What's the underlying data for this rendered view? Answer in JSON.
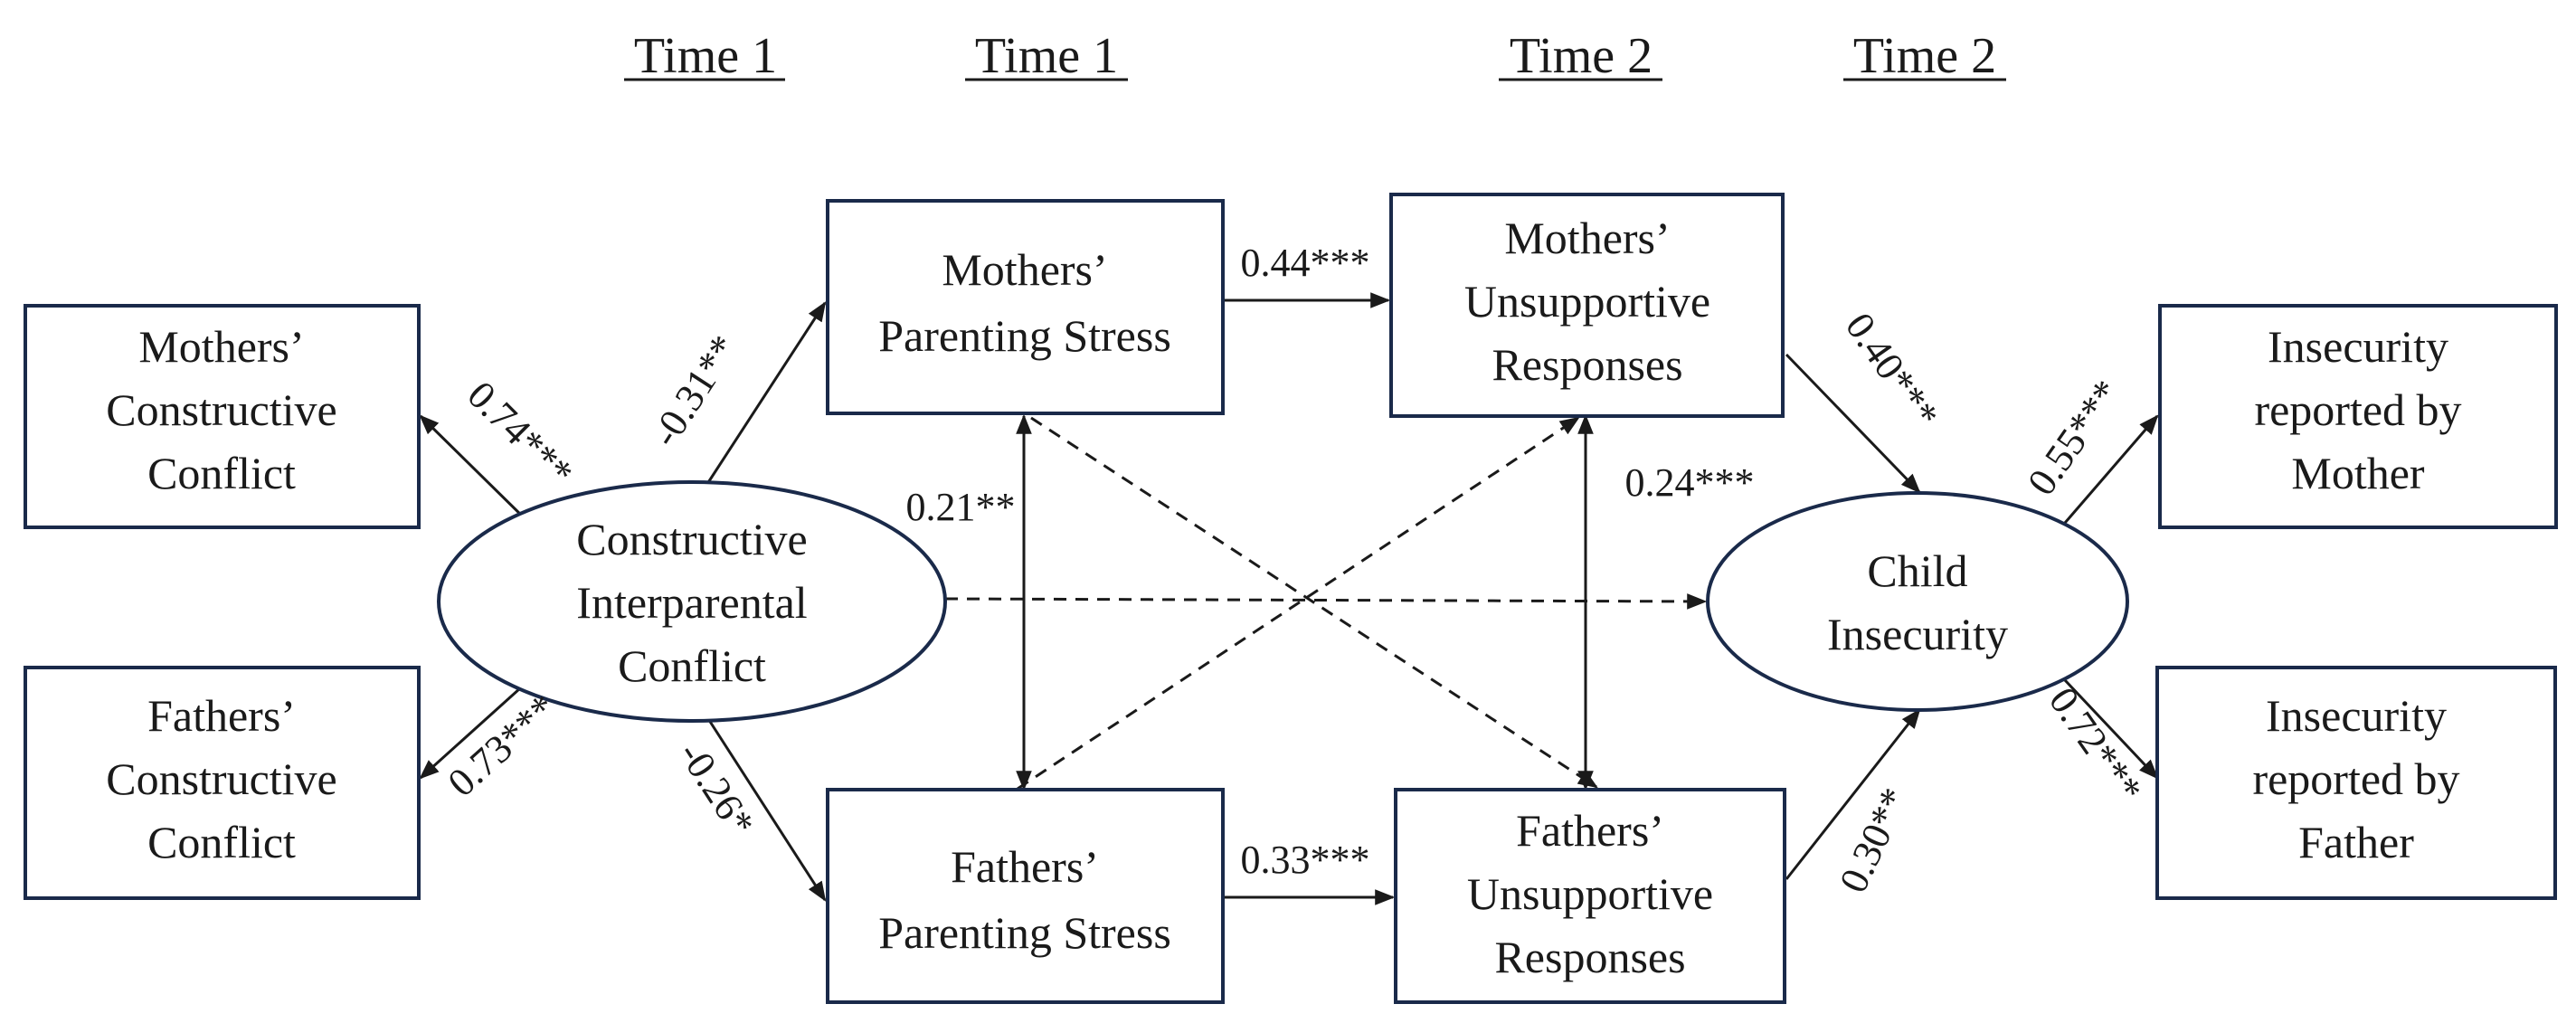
{
  "time_headers": [
    "Time 1",
    "Time 1",
    "Time 2",
    "Time 2"
  ],
  "nodes": {
    "mothers_constructive_conflict": [
      "Mothers’",
      "Constructive",
      "Conflict"
    ],
    "fathers_constructive_conflict": [
      "Fathers’",
      "Constructive",
      "Conflict"
    ],
    "constructive_interparental_conflict": [
      "Constructive",
      "Interparental",
      "Conflict"
    ],
    "mothers_parenting_stress": [
      "Mothers’",
      "Parenting Stress"
    ],
    "fathers_parenting_stress": [
      "Fathers’",
      "Parenting Stress"
    ],
    "mothers_unsupportive_responses": [
      "Mothers’",
      "Unsupportive",
      "Responses"
    ],
    "fathers_unsupportive_responses": [
      "Fathers’",
      "Unsupportive",
      "Responses"
    ],
    "child_insecurity": [
      "Child",
      "Insecurity"
    ],
    "insecurity_mother": [
      "Insecurity",
      "reported by",
      "Mother"
    ],
    "insecurity_father": [
      "Insecurity",
      "reported by",
      "Father"
    ]
  },
  "coefficients": {
    "cip_to_mcc": "0.74***",
    "cip_to_fcc": "0.73***",
    "cip_to_mps": "-0.31**",
    "cip_to_fps": "-0.26*",
    "mps_to_mur": "0.44***",
    "fps_to_fur": "0.33***",
    "mps_fps_cov": "0.21**",
    "mur_fur_cov": "0.24***",
    "mur_to_ci": "0.40***",
    "fur_to_ci": "0.30**",
    "ci_to_mother": "0.55***",
    "ci_to_father": "0.72***"
  }
}
